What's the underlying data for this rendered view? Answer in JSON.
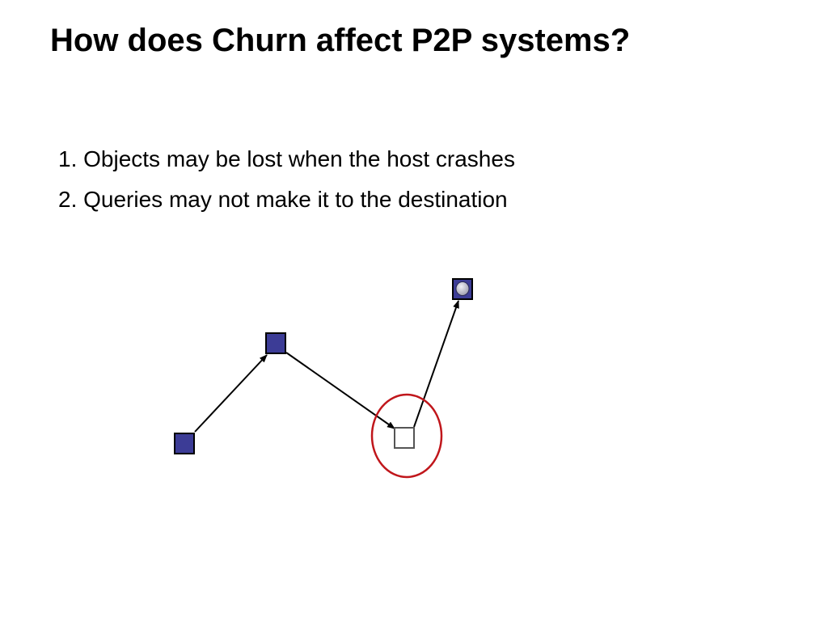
{
  "slide": {
    "title": "How does Churn affect P2P systems?",
    "points": [
      "1. Objects may be lost when the host crashes",
      "2. Queries may not make it to the destination"
    ]
  },
  "diagram": {
    "nodes": [
      {
        "id": "source-node",
        "state": "alive"
      },
      {
        "id": "middle-node",
        "state": "alive"
      },
      {
        "id": "crashed-node",
        "state": "crashed"
      },
      {
        "id": "destination-node",
        "state": "alive",
        "holds_object": true
      }
    ],
    "edges": [
      {
        "from": "source-node",
        "to": "middle-node"
      },
      {
        "from": "middle-node",
        "to": "crashed-node"
      },
      {
        "from": "crashed-node",
        "to": "destination-node"
      }
    ],
    "highlight": "crashed-node",
    "colors": {
      "node_fill": "#3c3c96",
      "node_stroke": "#000000",
      "crashed_stroke": "#555555",
      "highlight_ring": "#c0161b",
      "object_fill": "#c8c8d4",
      "edge": "#000000"
    }
  }
}
